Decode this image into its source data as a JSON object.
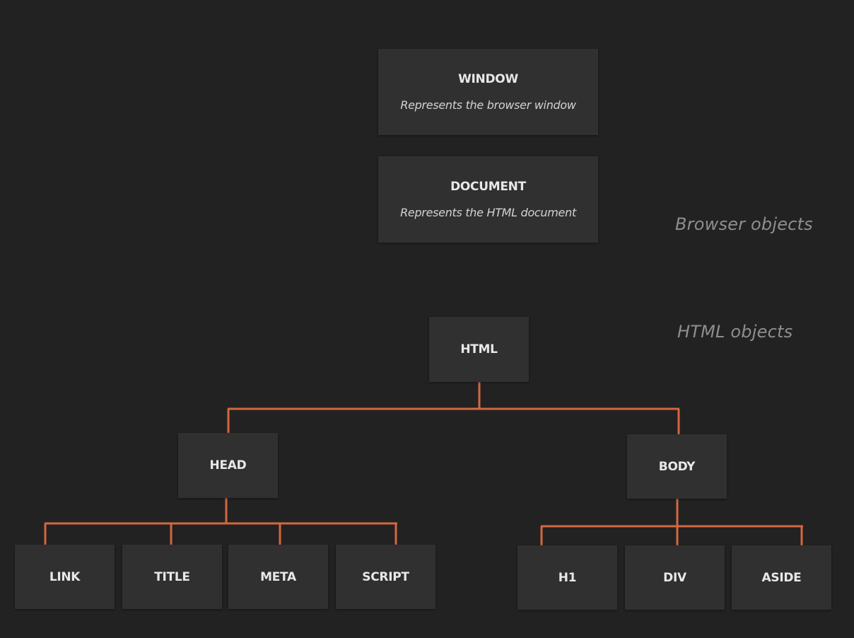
{
  "browser_objects": {
    "window": {
      "title": "WINDOW",
      "description": "Represents the browser window"
    },
    "document": {
      "title": "DOCUMENT",
      "description": "Represents the HTML document"
    }
  },
  "labels": {
    "browser_objects": "Browser objects",
    "html_objects": "HTML objects"
  },
  "tree": {
    "root": "HTML",
    "head": {
      "label": "HEAD",
      "children": [
        "LINK",
        "TITLE",
        "META",
        "SCRIPT"
      ]
    },
    "body": {
      "label": "BODY",
      "children": [
        "H1",
        "DIV",
        "ASIDE"
      ]
    }
  },
  "colors": {
    "background": "#222222",
    "node": "#303030",
    "connector": "#d4673f",
    "label": "#8e8e8e"
  }
}
